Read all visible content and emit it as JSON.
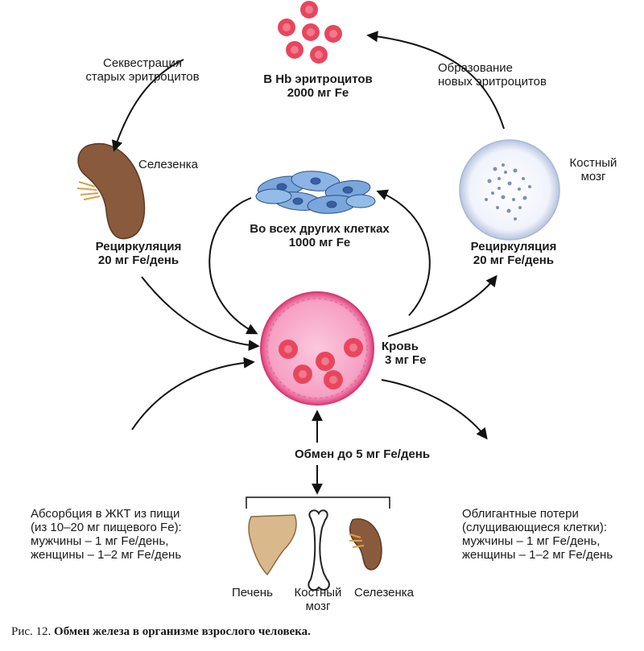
{
  "center": {
    "hb": {
      "line1": "В Hb эритроцитов",
      "line2": "2000 мг Fe"
    },
    "other_cells": {
      "line1": "Во всех других клетках",
      "line2": "1000 мг Fe"
    },
    "blood": {
      "line1": "Кровь",
      "line2": "3 мг Fe"
    }
  },
  "left": {
    "sequestration": {
      "line1": "Секвестрация",
      "line2": "старых эритроцитов"
    },
    "spleen": "Селезенка",
    "recirculation": {
      "line1": "Рециркуляция",
      "line2": "20 мг Fe/день"
    }
  },
  "right": {
    "formation": {
      "line1": "Образование",
      "line2": "новых эритроцитов"
    },
    "marrow": {
      "line1": "Костный",
      "line2": "мозг"
    },
    "recirculation": {
      "line1": "Рециркуляция",
      "line2": "20 мг Fe/день"
    }
  },
  "exchange": "Обмен до 5  мг Fe/день",
  "organs": {
    "liver": "Печень",
    "marrow": {
      "line1": "Костный",
      "line2": "мозг"
    },
    "spleen": "Селезенка"
  },
  "absorption": {
    "line1": "Абсорбция в ЖКТ из пищи",
    "line2": "(из 10–20 мг пищевого Fe):",
    "line3": "мужчины – 1 мг Fe/день,",
    "line4": "женщины – 1–2 мг Fe/день"
  },
  "losses": {
    "line1": "Облигантные потери",
    "line2": "(слущивающиеся клетки):",
    "line3": "мужчины – 1 мг Fe/день,",
    "line4": "женщины – 1–2 мг Fe/день"
  },
  "caption": {
    "prefix": "Рис. 12.",
    "title": "Обмен железа в организме взрослого человека."
  },
  "colors": {
    "rbc": "#e8465e",
    "blood_fill": "#f7a6c6",
    "blood_rim": "#e0407a",
    "cells": "#7aa6dc",
    "spleen": "#8a5a3c",
    "liver": "#d9b98c",
    "marrow_bg": "#eef2fb"
  }
}
